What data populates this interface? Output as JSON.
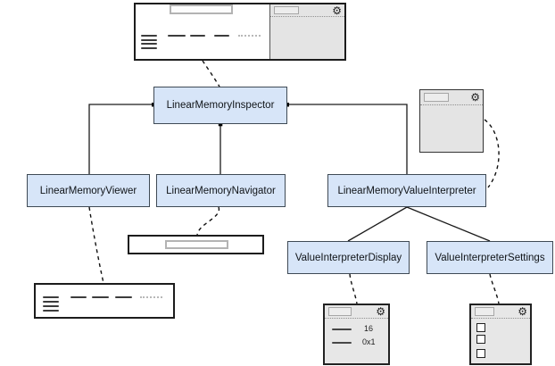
{
  "diagram": {
    "type": "component-architecture",
    "colors": {
      "node_fill": "#d7e5f8",
      "node_border": "#3f4a55",
      "panel_fill": "#e4e4e4",
      "wireframe_border": "#1c1c1c",
      "background": "#ffffff"
    },
    "nodes": [
      {
        "id": "inspector",
        "label": "LinearMemoryInspector"
      },
      {
        "id": "viewer",
        "label": "LinearMemoryViewer"
      },
      {
        "id": "navigator",
        "label": "LinearMemoryNavigator"
      },
      {
        "id": "interpreter",
        "label": "LinearMemoryValueInterpreter"
      },
      {
        "id": "display",
        "label": "ValueInterpreterDisplay"
      },
      {
        "id": "settings",
        "label": "ValueInterpreterSettings"
      }
    ],
    "edges": [
      {
        "from": "LinearMemoryInspector",
        "to": "LinearMemoryViewer",
        "style": "solid"
      },
      {
        "from": "LinearMemoryInspector",
        "to": "LinearMemoryNavigator",
        "style": "solid"
      },
      {
        "from": "LinearMemoryInspector",
        "to": "LinearMemoryValueInterpreter",
        "style": "solid"
      },
      {
        "from": "LinearMemoryValueInterpreter",
        "to": "ValueInterpreterDisplay",
        "style": "solid"
      },
      {
        "from": "LinearMemoryValueInterpreter",
        "to": "ValueInterpreterSettings",
        "style": "solid"
      },
      {
        "from": "memory-inspector-mockup",
        "to": "LinearMemoryInspector",
        "style": "dashed"
      },
      {
        "from": "LinearMemoryViewer",
        "to": "memory-rows-mockup",
        "style": "dashed"
      },
      {
        "from": "LinearMemoryNavigator",
        "to": "navigator-bar-mockup",
        "style": "dashed"
      },
      {
        "from": "interpreter-panel-mockup",
        "to": "LinearMemoryValueInterpreter",
        "style": "dashed"
      },
      {
        "from": "ValueInterpreterDisplay",
        "to": "display-mockup",
        "style": "dashed"
      },
      {
        "from": "ValueInterpreterSettings",
        "to": "settings-mockup",
        "style": "dashed"
      }
    ],
    "display_mockup": {
      "rows": [
        {
          "value": "16"
        },
        {
          "value": "0x1"
        }
      ]
    },
    "settings_mockup": {
      "checkbox_count": 3
    },
    "icons": {
      "gear": "⚙"
    }
  }
}
